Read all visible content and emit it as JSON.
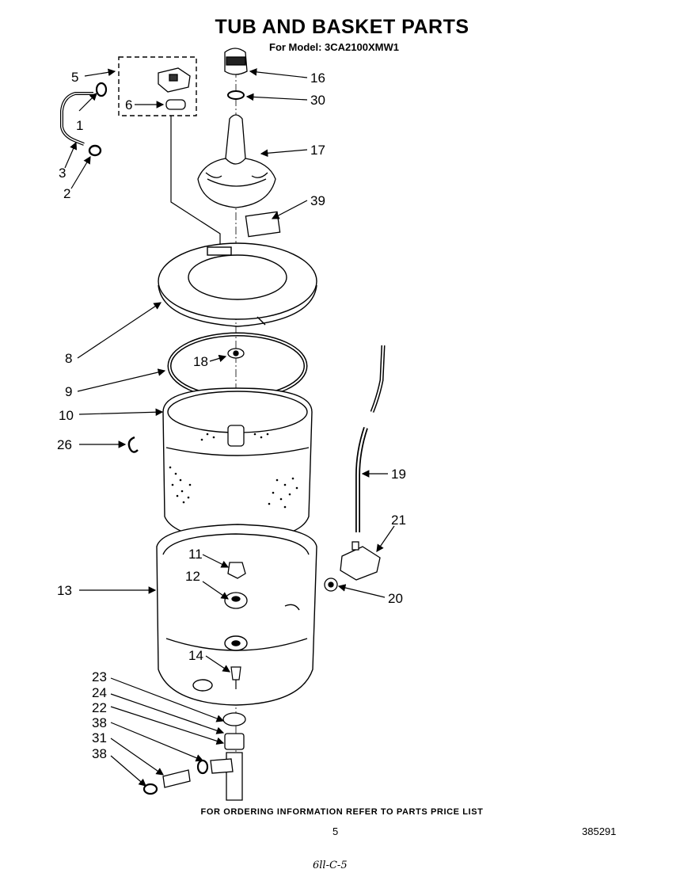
{
  "title": "TUB AND BASKET PARTS",
  "subtitle": "For Model: 3CA2100XMW1",
  "footer_note": "FOR ORDERING INFORMATION REFER TO PARTS PRICE LIST",
  "page_number": "5",
  "doc_number": "385291",
  "handwritten_note": "6ll-C-5",
  "callouts": {
    "c1": "1",
    "c2": "2",
    "c3": "3",
    "c5": "5",
    "c6": "6",
    "c8": "8",
    "c9": "9",
    "c10": "10",
    "c11": "11",
    "c12": "12",
    "c13": "13",
    "c14": "14",
    "c16": "16",
    "c17": "17",
    "c18": "18",
    "c19": "19",
    "c20": "20",
    "c21": "21",
    "c22": "22",
    "c23": "23",
    "c24": "24",
    "c26": "26",
    "c30": "30",
    "c31": "31",
    "c38a": "38",
    "c38b": "38",
    "c39": "39"
  }
}
